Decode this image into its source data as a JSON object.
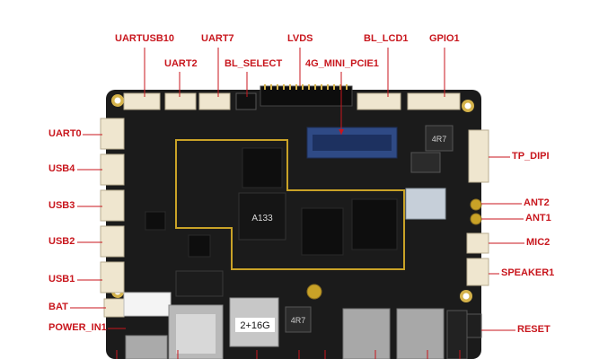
{
  "colors": {
    "label": "#c8161d",
    "leader": "#c8161d",
    "pcb": "#1b1b1b",
    "silk": "#d8d8d8",
    "gold_trace": "#c9a227",
    "connector": "#efe6cf",
    "socket_blue": "#2f4a85",
    "mounting_hole": "#d4b24a"
  },
  "chips": {
    "cpu": "A133",
    "sim_card": "2+16G",
    "inductor": "4R7",
    "inductor_lower": "4R7"
  },
  "labels": [
    {
      "id": "uartusb10",
      "text": "UARTUSB10"
    },
    {
      "id": "uart7",
      "text": "UART7"
    },
    {
      "id": "lvds",
      "text": "LVDS"
    },
    {
      "id": "bl_lcd1",
      "text": "BL_LCD1"
    },
    {
      "id": "gpio1",
      "text": "GPIO1"
    },
    {
      "id": "uart2",
      "text": "UART2"
    },
    {
      "id": "bl_select",
      "text": "BL_SELECT"
    },
    {
      "id": "mini_pcie",
      "text": "4G_MINI_PCIE1"
    },
    {
      "id": "uart0",
      "text": "UART0"
    },
    {
      "id": "usb4",
      "text": "USB4"
    },
    {
      "id": "usb3",
      "text": "USB3"
    },
    {
      "id": "usb2",
      "text": "USB2"
    },
    {
      "id": "usb1",
      "text": "USB1"
    },
    {
      "id": "bat",
      "text": "BAT"
    },
    {
      "id": "power_in",
      "text": "POWER_IN1"
    },
    {
      "id": "tp_dipi",
      "text": "TP_DIPI"
    },
    {
      "id": "ant2",
      "text": "ANT2"
    },
    {
      "id": "ant1",
      "text": "ANT1"
    },
    {
      "id": "mic2",
      "text": "MIC2"
    },
    {
      "id": "speaker1",
      "text": "SPEAKER1"
    },
    {
      "id": "reset",
      "text": "RESET"
    }
  ]
}
